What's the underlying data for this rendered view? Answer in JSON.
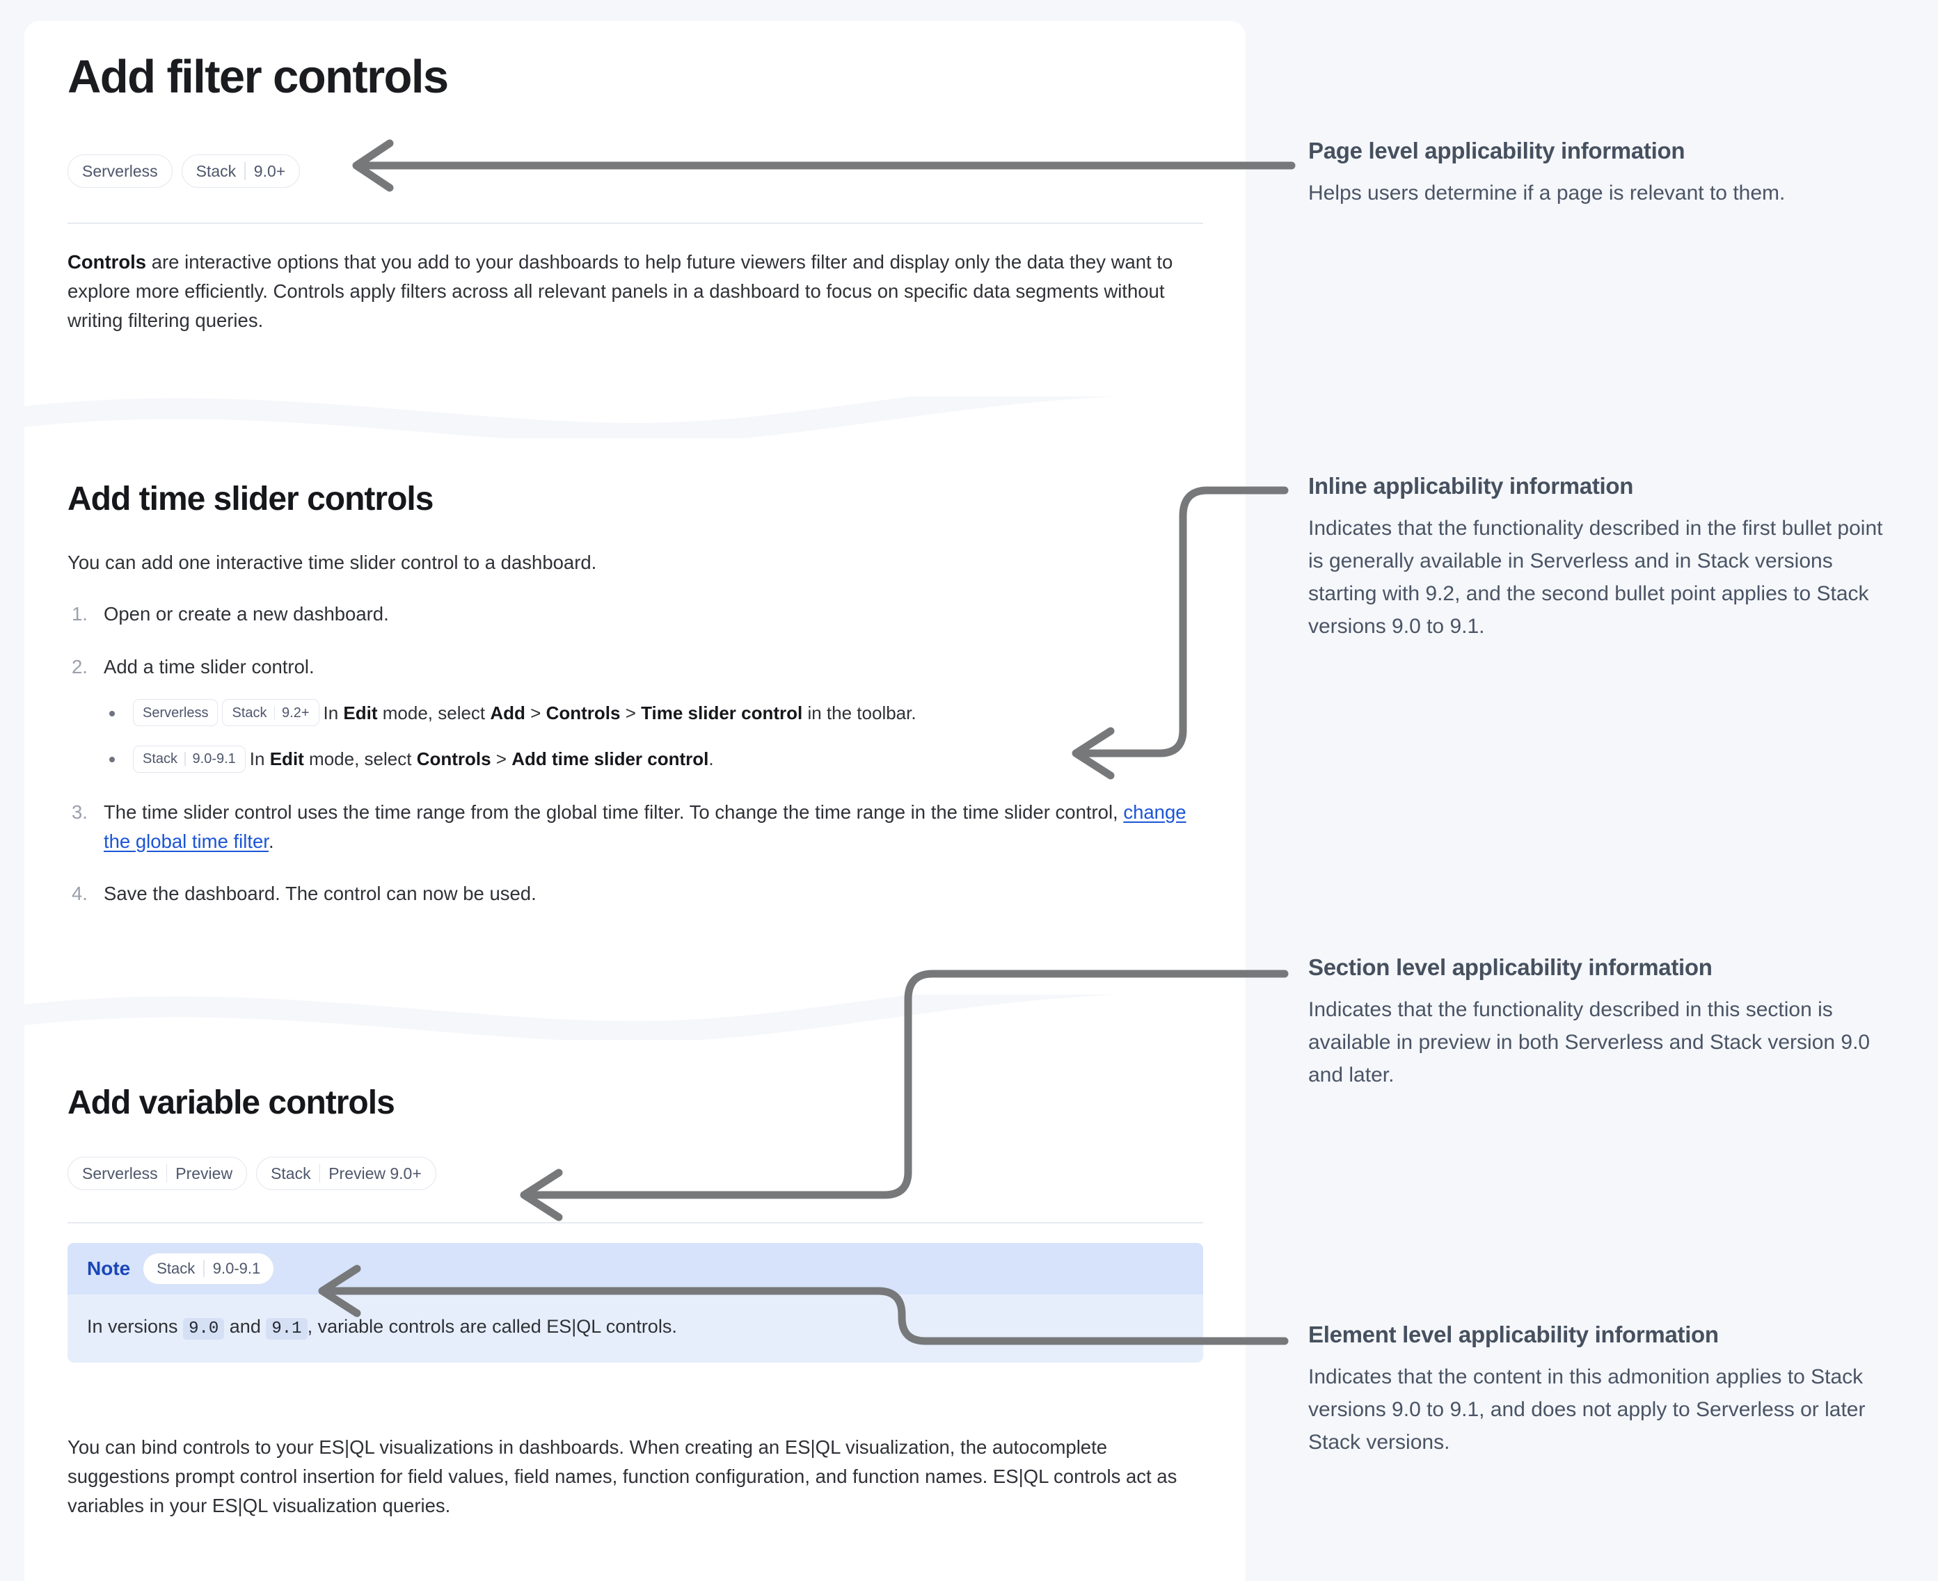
{
  "colors": {
    "page_background": "#f5f7fa",
    "card_background": "#ffffff",
    "heading": "#1b1c20",
    "body_text": "#2f3136",
    "badge_text": "#4d566b",
    "badge_border": "#e2e6ee",
    "link": "#1b55d6",
    "note_header_bg": "#d6e3fa",
    "note_body_bg": "#e6eefb",
    "note_title": "#1a46b8",
    "annotation_heading": "#46505f",
    "annotation_text": "#4a5465",
    "connector_line": "#77787a"
  },
  "page": {
    "title": "Add filter controls",
    "applicability": [
      {
        "segments": [
          "Serverless"
        ]
      },
      {
        "segments": [
          "Stack",
          "9.0+"
        ]
      }
    ],
    "intro": {
      "lead": "Controls",
      "rest": " are interactive options that you add to your dashboards to help future viewers filter and display only the data they want to explore more efficiently. Controls apply filters across all relevant panels in a dashboard to focus on specific data segments without writing filtering queries."
    }
  },
  "section_time_slider": {
    "title": "Add time slider controls",
    "intro": "You can add one interactive time slider control to a dashboard.",
    "steps": [
      {
        "num": "1.",
        "text": "Open or create a new dashboard."
      },
      {
        "num": "2.",
        "text": "Add a time slider control."
      },
      {
        "num": "3.",
        "text": "The time slider control uses the time range from the global time filter. To change the time range in the time slider control, ",
        "link": "change the global time filter",
        "tail": "."
      },
      {
        "num": "4.",
        "text": "Save the dashboard. The control can now be used."
      }
    ],
    "sub_bullets": [
      {
        "badges": [
          {
            "segments": [
              "Serverless"
            ]
          },
          {
            "segments": [
              "Stack",
              "9.2+"
            ]
          }
        ],
        "parts": [
          "In ",
          "Edit",
          " mode, select ",
          "Add",
          " > ",
          "Controls",
          " > ",
          "Time slider control",
          " in the toolbar."
        ]
      },
      {
        "badges": [
          {
            "segments": [
              "Stack",
              "9.0-9.1"
            ]
          }
        ],
        "parts": [
          "In ",
          "Edit",
          " mode, select ",
          "Controls",
          " > ",
          "Add time slider control",
          "."
        ]
      }
    ]
  },
  "section_variable": {
    "title": "Add variable controls",
    "applicability": [
      {
        "segments": [
          "Serverless",
          "Preview"
        ]
      },
      {
        "segments": [
          "Stack",
          "Preview 9.0+"
        ]
      }
    ],
    "note": {
      "label": "Note",
      "badge": {
        "segments": [
          "Stack",
          "9.0-9.1"
        ]
      },
      "body_pre": "In versions ",
      "code_1": "9.0",
      "body_mid": " and ",
      "code_2": "9.1",
      "body_post": ", variable controls are called ES|QL controls."
    },
    "paragraph": "You can bind controls to your ES|QL visualizations in dashboards. When creating an ES|QL visualization, the autocomplete suggestions prompt control insertion for field values, field names, function configuration, and function names. ES|QL controls act as variables in your ES|QL visualization queries."
  },
  "annotations": [
    {
      "id": "page-level",
      "title": "Page level applicability information",
      "text": "Helps users determine if a page is relevant to them."
    },
    {
      "id": "inline",
      "title": "Inline applicability information",
      "text": "Indicates that the functionality described in the first bullet point is generally available in Serverless and in Stack versions starting with 9.2, and the second bullet point applies to Stack versions 9.0 to 9.1."
    },
    {
      "id": "section-level",
      "title": "Section level applicability information",
      "text": "Indicates that the functionality described in this section is available in preview in both Serverless and Stack version 9.0 and later."
    },
    {
      "id": "element-level",
      "title": "Element level applicability information",
      "text": "Indicates that the content in this admonition applies to Stack versions 9.0 to 9.1, and does not apply to Serverless or later Stack versions."
    }
  ]
}
